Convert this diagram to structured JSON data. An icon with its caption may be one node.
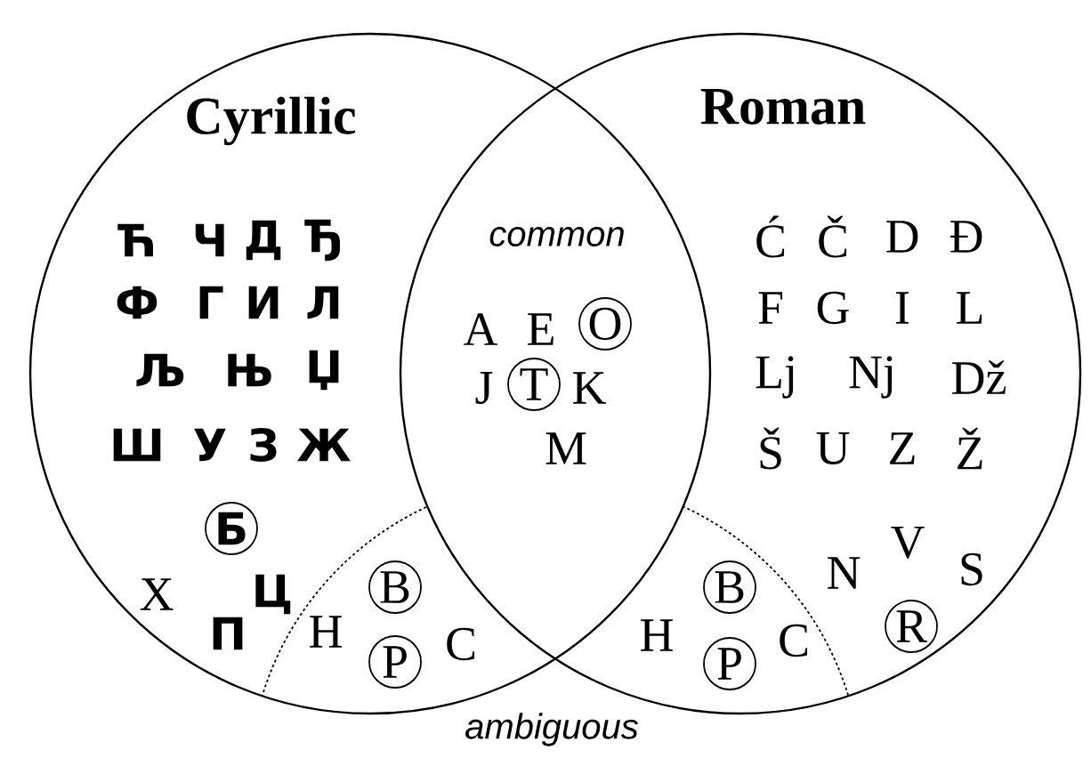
{
  "diagram": {
    "nodes": [
      {
        "text": [
          "Cyrillic"
        ]
      },
      {
        "text": [
          "Roman"
        ]
      },
      {
        "text": [
          "O"
        ]
      },
      {
        "text": [
          "T"
        ]
      },
      {
        "text": [
          "Б"
        ],
        "in": 0
      },
      {
        "text": [
          "B"
        ],
        "in": 0
      },
      {
        "text": [
          "B"
        ],
        "in": 1
      },
      {
        "text": [
          "R"
        ],
        "in": 1
      },
      {
        "text": [
          "P"
        ],
        "in": 0
      },
      {
        "text": [
          "P"
        ],
        "in": 1
      }
    ],
    "labels": [
      "common",
      "Ћ",
      "Ч",
      "Д",
      "Ђ",
      "Ф",
      "Г",
      "И",
      "Л",
      "Љ",
      "Њ",
      "Џ",
      "Ш",
      "У",
      "З",
      "Ж",
      "A",
      "E",
      "J",
      "K",
      "M",
      "Ć",
      "Č",
      "D",
      "Đ",
      "F",
      "G",
      "I",
      "L",
      "Lj",
      "Nj",
      "Dž",
      "Š",
      "U",
      "Z",
      "Ž",
      "Х",
      "П",
      "Ц",
      "H",
      "C",
      "H",
      "C",
      "N",
      "V",
      "S",
      "ambiguous"
    ]
  }
}
